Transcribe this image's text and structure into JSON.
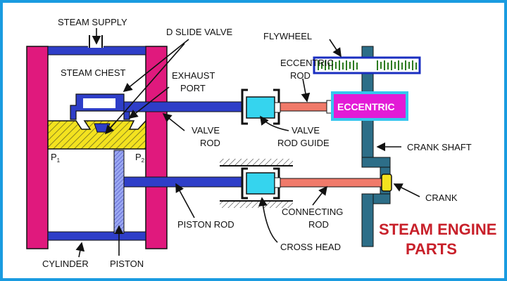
{
  "labels": {
    "steam_supply": "STEAM SUPPLY",
    "d_slide_valve": "D SLIDE VALVE",
    "flywheel": "FLYWHEEL",
    "steam_chest": "STEAM CHEST",
    "exhaust_port_1": "EXHAUST",
    "exhaust_port_2": "PORT",
    "eccentric_rod_1": "ECCENTRIC",
    "eccentric_rod_2": "ROD",
    "eccentric": "ECCENTRIC",
    "valve_rod_1": "VALVE",
    "valve_rod_2": "ROD",
    "valve_rod_guide_1": "VALVE",
    "valve_rod_guide_2": "ROD GUIDE",
    "crank_shaft": "CRANK SHAFT",
    "p1": "P",
    "p1_sub": "1",
    "p2": "P",
    "p2_sub": "2",
    "crank": "CRANK",
    "connecting_rod_1": "CONNECTING",
    "connecting_rod_2": "ROD",
    "piston_rod": "PISTON ROD",
    "cross_head": "CROSS HEAD",
    "cylinder": "CYLINDER",
    "piston": "PISTON"
  },
  "title": {
    "line1": "STEAM ENGINE",
    "line2": "PARTS"
  },
  "colors": {
    "frame": "#1a9be0",
    "cylinder_wall": "#e0197d",
    "rod": "#2e3ec8",
    "guide_block": "#35d4ee",
    "conn_rod": "#f07a6a",
    "eccentric_box": "#e21bd6",
    "shaft": "#2d6e88",
    "yellow": "#f3e21f",
    "title": "#c8202a"
  }
}
